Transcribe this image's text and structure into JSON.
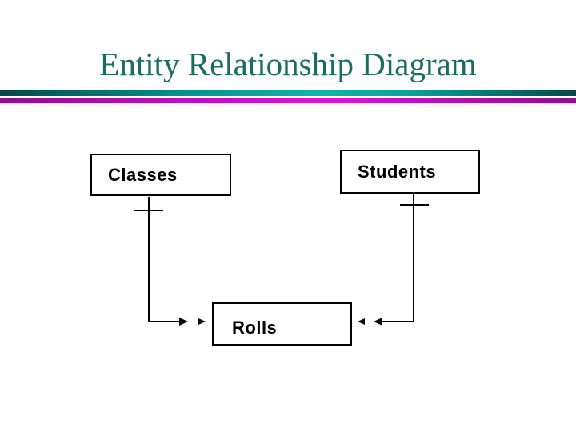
{
  "slide": {
    "title": "Entity Relationship Diagram"
  },
  "colors": {
    "title-color": "#1a6b61",
    "teal-dark": "#0a4646",
    "teal-light": "#14b1ad",
    "magenta-bright": "#cd1ecd",
    "magenta-dark": "#8a118a",
    "line-color": "#000000"
  },
  "diagram": {
    "entities": [
      {
        "id": "classes",
        "label": "Classes"
      },
      {
        "id": "students",
        "label": "Students"
      },
      {
        "id": "rolls",
        "label": "Rolls"
      }
    ],
    "relationships": [
      {
        "from": "Classes",
        "to": "Rolls",
        "notation": "one-to-many"
      },
      {
        "from": "Students",
        "to": "Rolls",
        "notation": "one-to-many"
      }
    ]
  }
}
